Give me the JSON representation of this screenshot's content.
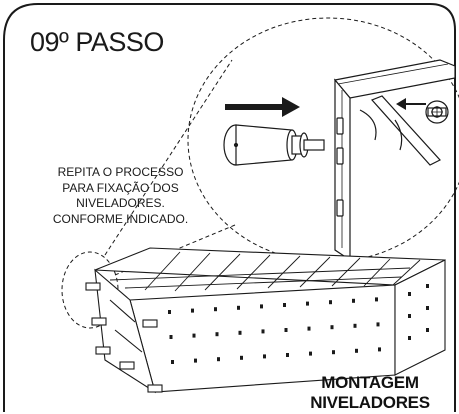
{
  "step": {
    "title": "09º PASSO"
  },
  "instruction": {
    "lines": [
      "REPITA O PROCESSO",
      "PARA FIXAÇÃO DOS",
      "NIVELADORES.",
      "CONFORME INDICADO."
    ]
  },
  "caption": {
    "lines": [
      "MONTAGEM",
      "NIVELADORES"
    ]
  },
  "colors": {
    "stroke": "#1a1a1a",
    "panel_fill": "#ffffff",
    "background": "#ffffff"
  },
  "icons": {
    "arrow_left": "insert-arrow-icon",
    "arrow_right": "insert-arrow-icon"
  }
}
